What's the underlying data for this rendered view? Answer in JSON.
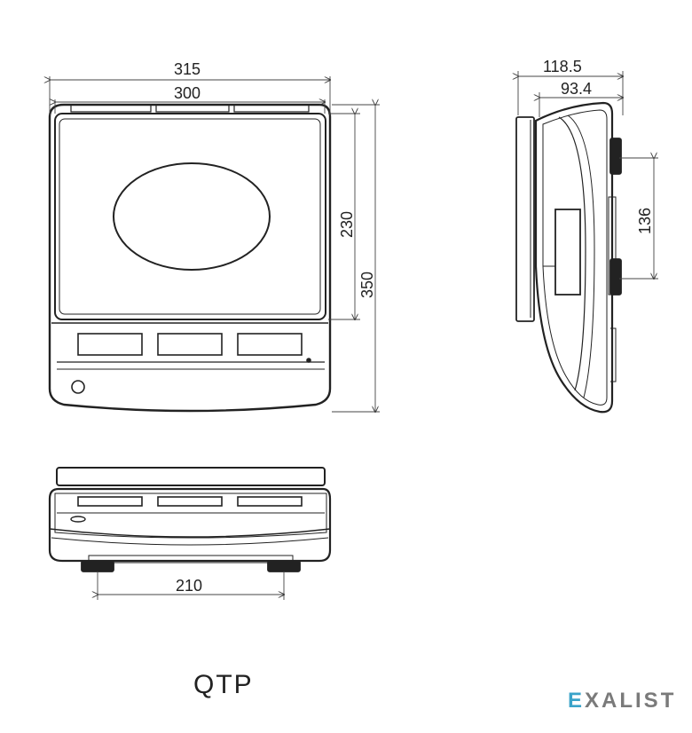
{
  "dimensions": {
    "top_outer_width": "315",
    "top_inner_width": "300",
    "pan_depth": "230",
    "total_depth": "350",
    "side_outer_width": "118.5",
    "side_inner_width": "93.4",
    "foot_spacing_side": "136",
    "foot_spacing_front": "210"
  },
  "model": "QTP",
  "brand": {
    "accent_letter": "E",
    "rest": "XALIST",
    "accent_color": "#3aa3c9",
    "text_color": "#7a7a7a"
  },
  "colors": {
    "line": "#222222",
    "dim_line": "#444444"
  }
}
